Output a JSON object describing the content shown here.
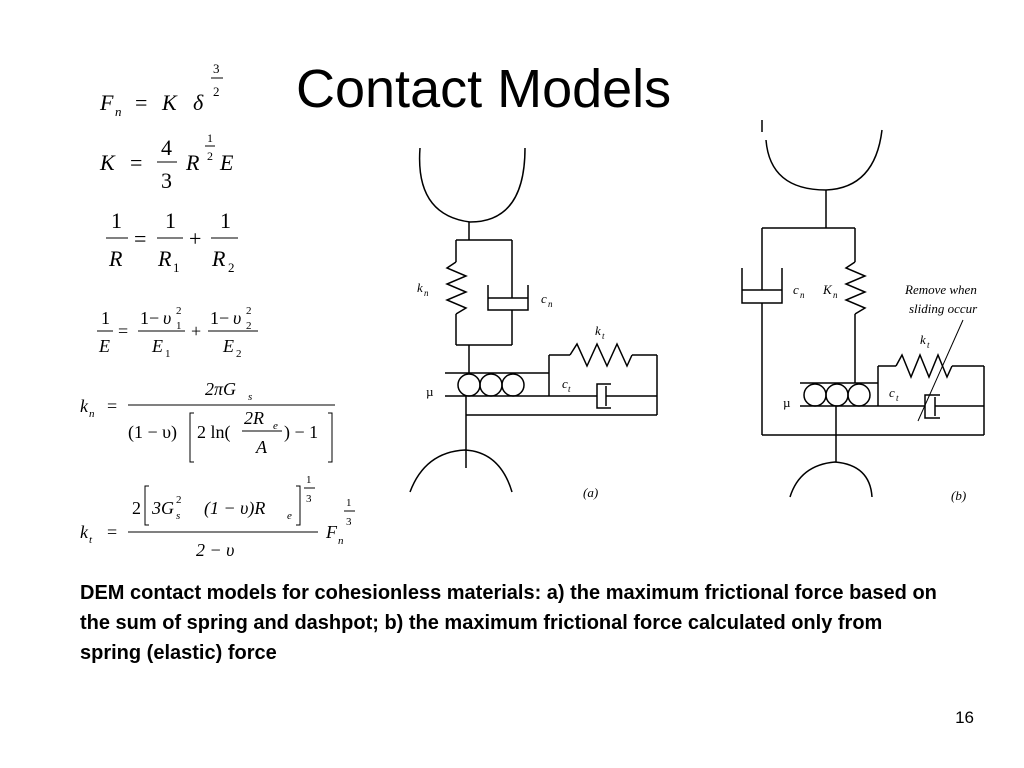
{
  "slide": {
    "title": "Contact Models",
    "caption": "DEM contact models for cohesionless materials: a) the maximum frictional force based on the sum of spring and dashpot; b) the maximum frictional force calculated only from spring (elastic) force",
    "page_number": "16"
  },
  "equations": {
    "fn": {
      "lhs": "F",
      "lhs_sub": "n",
      "eq": "=",
      "k": "K",
      "delta": "δ",
      "exp_num": "3",
      "exp_den": "2"
    },
    "K": {
      "lhs": "K",
      "eq": "=",
      "num": "4",
      "den": "3",
      "R": "R",
      "exp_num": "1",
      "exp_den": "2",
      "E": "E"
    },
    "R": {
      "one": "1",
      "R": "R",
      "eq": "=",
      "R1": "R",
      "s1": "1",
      "plus": "+",
      "R2": "R",
      "s2": "2"
    },
    "E": {
      "one": "1",
      "E": "E",
      "eq": "=",
      "minus": "1−",
      "nu": "υ",
      "p2": "2",
      "s1": "1",
      "s2": "2",
      "plus": "+",
      "E1": "E",
      "E2": "E"
    },
    "kn": {
      "lhs": "k",
      "lhs_sub": "n",
      "eq": "=",
      "num": "2πG",
      "num_sub": "s",
      "den_a": "(1 − υ)",
      "den_b": "2 ln(",
      "Re": "2R",
      "Re_sub": "e",
      "A": "A",
      "den_c": ") − 1"
    },
    "kt": {
      "lhs": "k",
      "lhs_sub": "t",
      "eq": "=",
      "two": "2",
      "g": "3G",
      "g_sup": "2",
      "g_sub": "s",
      "nu": "(1 − υ)R",
      "nu_sub": "e",
      "exp_num": "1",
      "exp_den": "3",
      "den": "2 − υ",
      "F": "F",
      "F_sub": "n",
      "fexp_num": "1",
      "fexp_den": "3"
    }
  },
  "diagram_a": {
    "kn": "k",
    "kn_sub": "n",
    "cn": "c",
    "cn_sub": "n",
    "kt": "k",
    "kt_sub": "t",
    "ct": "c",
    "ct_sub": "t",
    "mu": "µ",
    "label": "(a)"
  },
  "diagram_b": {
    "cn": "c",
    "cn_sub": "n",
    "Kn": "K",
    "Kn_sub": "n",
    "kt": "k",
    "kt_sub": "t",
    "ct": "c",
    "ct_sub": "t",
    "mu": "µ",
    "note_line1": "Remove when",
    "note_line2": "sliding occur",
    "label": "(b)"
  }
}
